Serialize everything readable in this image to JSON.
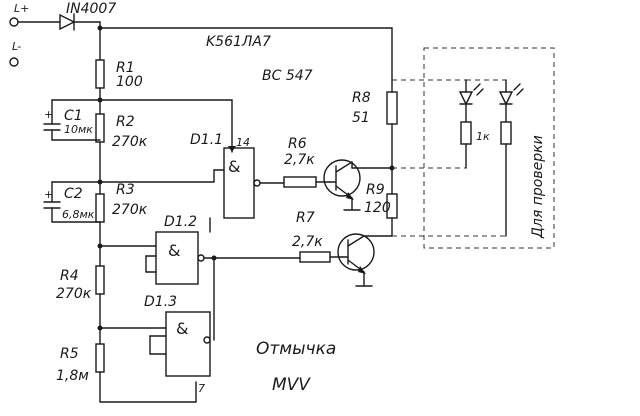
{
  "supply": {
    "plus": "L+",
    "minus": "L-"
  },
  "diode": "IN4007",
  "ic": "K561ЛА7",
  "transistor": "BC 547",
  "resistors": {
    "r1": {
      "name": "R1",
      "value": "100"
    },
    "r2": {
      "name": "R2",
      "value": "270к"
    },
    "r3": {
      "name": "R3",
      "value": "270к"
    },
    "r4": {
      "name": "R4",
      "value": "270к"
    },
    "r5": {
      "name": "R5",
      "value": "1,8м"
    },
    "r6": {
      "name": "R6",
      "value": "2,7к"
    },
    "r7": {
      "name": "R7",
      "value": "2,7к"
    },
    "r8": {
      "name": "R8",
      "value": "51"
    },
    "r9": {
      "name": "R9",
      "value": "120"
    },
    "r10": {
      "value": "1к"
    }
  },
  "capacitors": {
    "c1": {
      "name": "C1",
      "value": "10мк"
    },
    "c2": {
      "name": "C2",
      "value": "6,8мк"
    }
  },
  "gates": {
    "d11": {
      "name": "D1.1",
      "pin": "14"
    },
    "d12": {
      "name": "D1.2"
    },
    "d13": {
      "name": "D1.3",
      "pin": "7"
    },
    "symbol": "&"
  },
  "test_label": "Для проверки",
  "caption": {
    "title": "Отмычка",
    "subtitle": "MVV"
  }
}
